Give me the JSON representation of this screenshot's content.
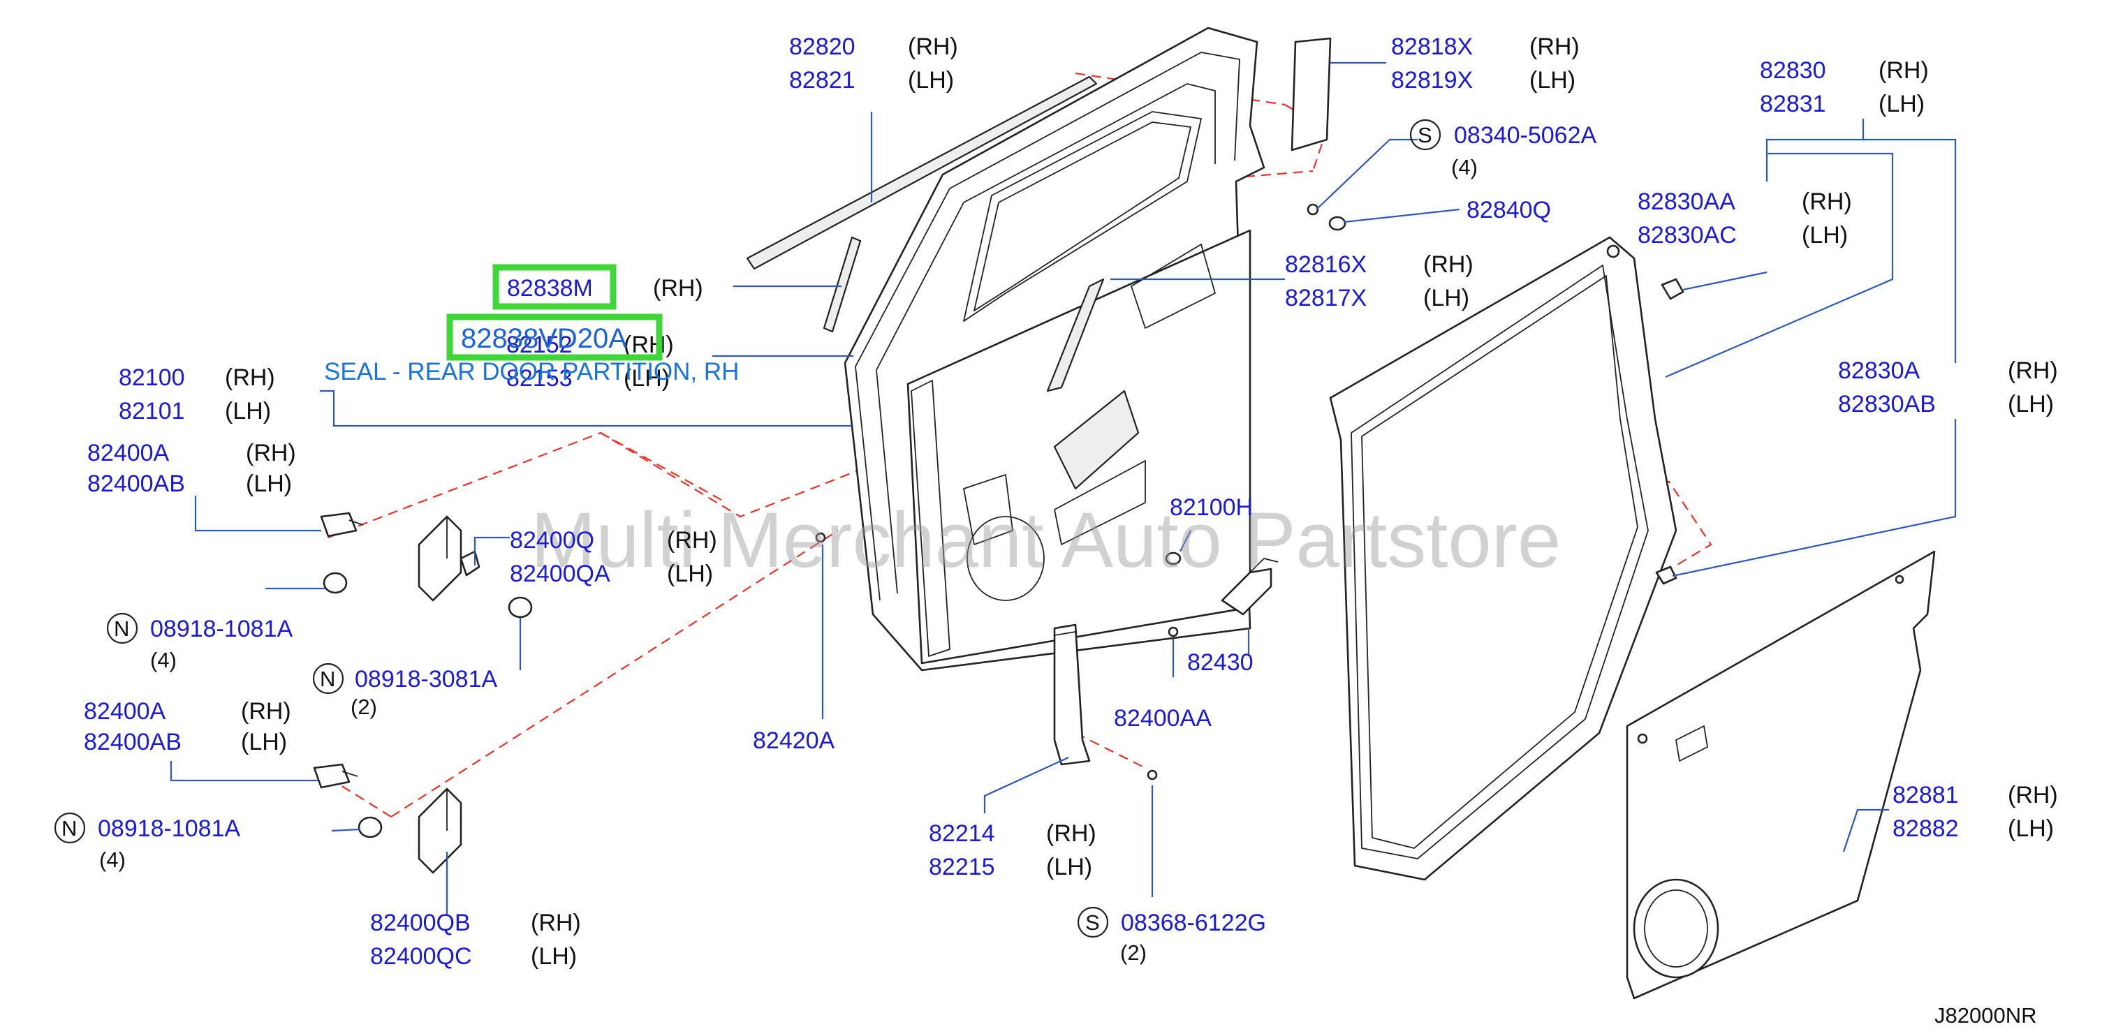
{
  "diagram": {
    "reference_code": "J82000NR",
    "watermark": "Multi Merchant Auto Partstore",
    "highlight": {
      "part_number": "82838M",
      "side": "(RH)",
      "selected_part_number": "82838VD20A",
      "selected_description": "SEAL - REAR DOOR PARTITION, RH"
    },
    "callouts": {
      "c82820": {
        "rh": "82820",
        "lh": "82821",
        "rh_side": "(RH)",
        "lh_side": "(LH)"
      },
      "c82818X": {
        "rh": "82818X",
        "lh": "82819X",
        "rh_side": "(RH)",
        "lh_side": "(LH)"
      },
      "c08340": {
        "letter": "S",
        "part": "08340-5062A",
        "qty": "(4)"
      },
      "c82840Q": {
        "part": "82840Q"
      },
      "c82830": {
        "rh": "82830",
        "lh": "82831",
        "rh_side": "(RH)",
        "lh_side": "(LH)"
      },
      "c82830AA": {
        "rh": "82830AA",
        "lh": "82830AC",
        "rh_side": "(RH)",
        "lh_side": "(LH)"
      },
      "c82816X": {
        "rh": "82816X",
        "lh": "82817X",
        "rh_side": "(RH)",
        "lh_side": "(LH)"
      },
      "c82152": {
        "rh": "82152",
        "lh": "82153",
        "rh_side": "(RH)",
        "lh_side": "(LH)"
      },
      "c82100": {
        "rh": "82100",
        "lh": "82101",
        "rh_side": "(RH)",
        "lh_side": "(LH)"
      },
      "c82830A": {
        "rh": "82830A",
        "lh": "82830AB",
        "rh_side": "(RH)",
        "lh_side": "(LH)"
      },
      "c82400A_top": {
        "rh": "82400A",
        "lh": "82400AB",
        "rh_side": "(RH)",
        "lh_side": "(LH)"
      },
      "c82100H": {
        "part": "82100H"
      },
      "c82400Q": {
        "rh": "82400Q",
        "lh": "82400QA",
        "rh_side": "(RH)",
        "lh_side": "(LH)"
      },
      "cN1": {
        "letter": "N",
        "part": "08918-1081A",
        "qty": "(4)"
      },
      "cN2": {
        "letter": "N",
        "part": "08918-3081A",
        "qty": "(2)"
      },
      "c82430": {
        "part": "82430"
      },
      "c82400AA": {
        "part": "82400AA"
      },
      "c82420A": {
        "part": "82420A"
      },
      "c82400A_bottom": {
        "rh": "82400A",
        "lh": "82400AB",
        "rh_side": "(RH)",
        "lh_side": "(LH)"
      },
      "cN3": {
        "letter": "N",
        "part": "08918-1081A",
        "qty": "(4)"
      },
      "c82881": {
        "rh": "82881",
        "lh": "82882",
        "rh_side": "(RH)",
        "lh_side": "(LH)"
      },
      "c82214": {
        "rh": "82214",
        "lh": "82215",
        "rh_side": "(RH)",
        "lh_side": "(LH)"
      },
      "cS2": {
        "letter": "S",
        "part": "08368-6122G",
        "qty": "(2)"
      },
      "c82400QB": {
        "rh": "82400QB",
        "lh": "82400QC",
        "rh_side": "(RH)",
        "lh_side": "(LH)"
      }
    },
    "colors": {
      "part_number": "#1a1ad6",
      "leader_line": "#2d57b8",
      "dashed_guide": "#e8322b",
      "highlight_border": "#3fd63a",
      "tooltip_text": "#1a74d8"
    }
  }
}
